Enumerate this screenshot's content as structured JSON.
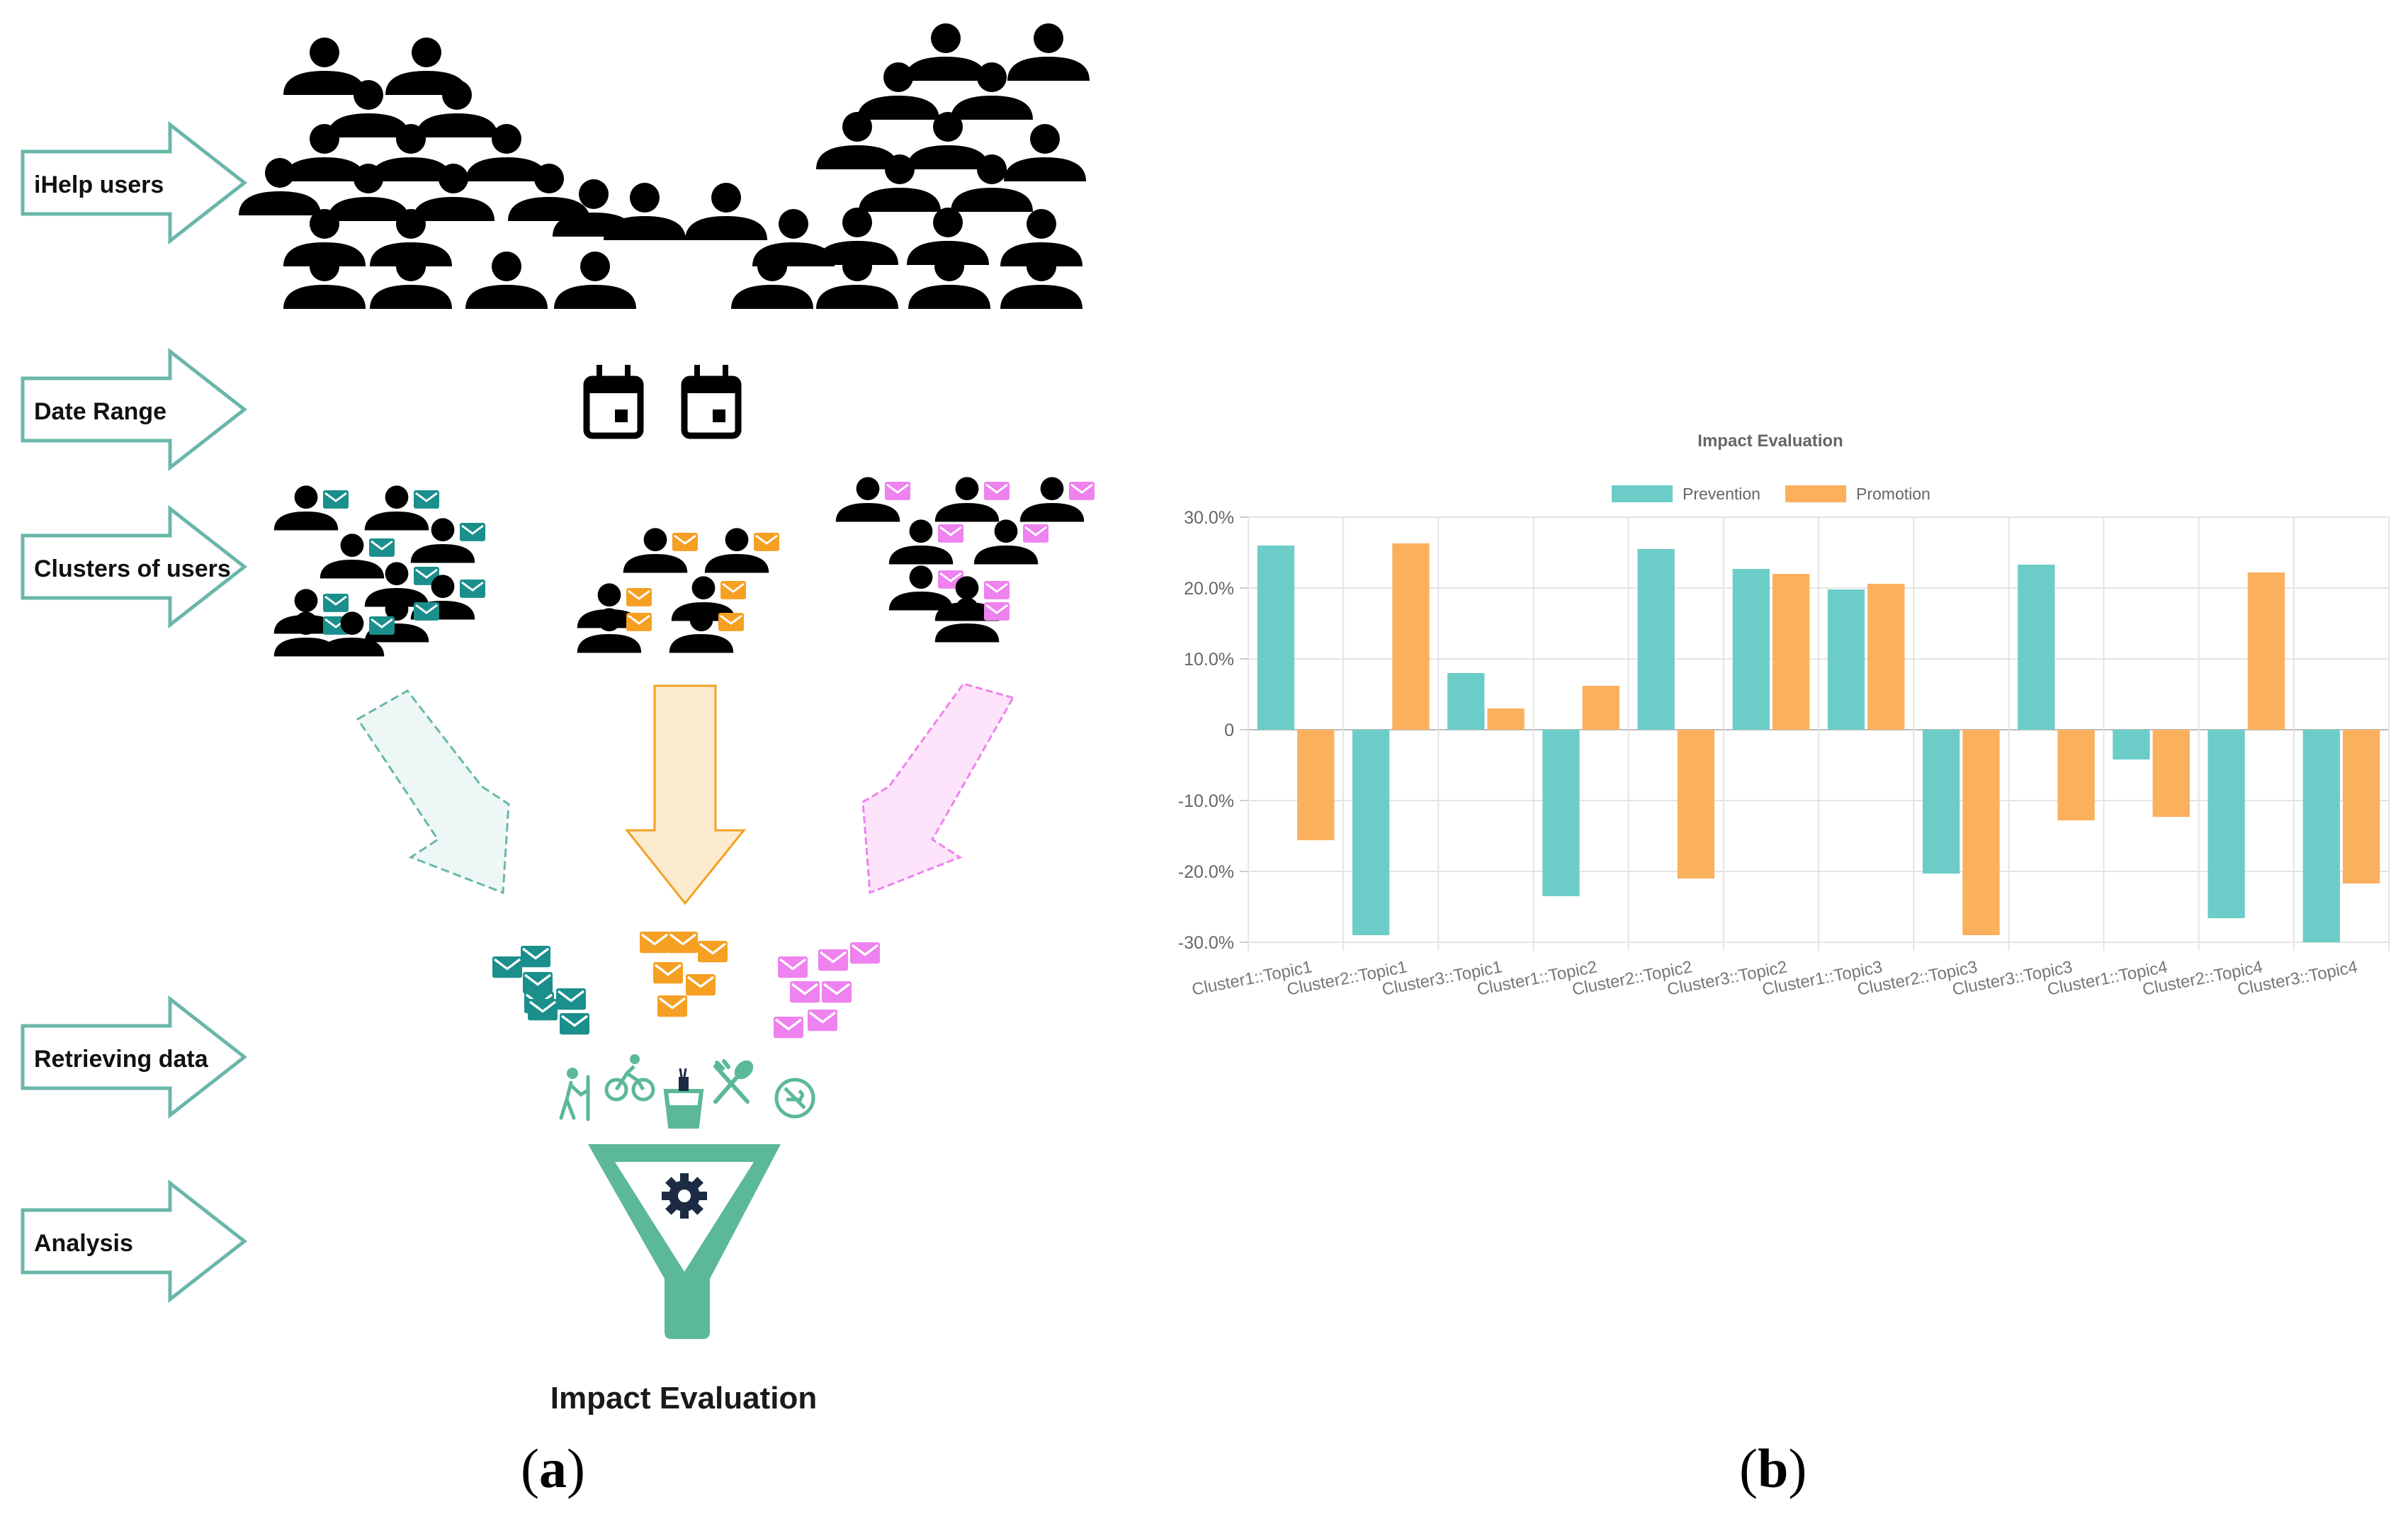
{
  "panel_a": {
    "stage_labels": [
      "iHelp users",
      "Date Range",
      "Clusters of users",
      "Retrieving data",
      "Analysis"
    ],
    "output_label": "Impact Evaluation",
    "colors": {
      "arrow_stroke": "#6ab7aa",
      "arrow_fill": "#ffffff",
      "cluster1": "#1a8f8c",
      "cluster2": "#f5a023",
      "cluster3": "#ee82ee",
      "funnel": "#5cb89a",
      "gear": "#1c2a44",
      "icons": "#5cb89a"
    },
    "icons": [
      "person-icon",
      "calendar-icon",
      "envelope-icon",
      "hiking-icon",
      "cycling-icon",
      "drink-icon",
      "cutlery-icon",
      "no-smoking-icon",
      "gear-icon",
      "funnel-icon"
    ]
  },
  "panel_b": {
    "chart_data": {
      "type": "bar",
      "title": "Impact Evaluation",
      "categories": [
        "Cluster1::Topic1",
        "Cluster2::Topic1",
        "Cluster3::Topic1",
        "Cluster1::Topic2",
        "Cluster2::Topic2",
        "Cluster3::Topic2",
        "Cluster1::Topic3",
        "Cluster2::Topic3",
        "Cluster3::Topic3",
        "Cluster1::Topic4",
        "Cluster2::Topic4",
        "Cluster3::Topic4"
      ],
      "series": [
        {
          "name": "Prevention",
          "color": "#6ccdc8",
          "values": [
            26.0,
            -29.0,
            8.0,
            -23.5,
            25.5,
            22.7,
            19.8,
            -20.3,
            23.3,
            -4.2,
            -26.6,
            -30.0
          ]
        },
        {
          "name": "Promotion",
          "color": "#fbb05e",
          "values": [
            -15.6,
            26.3,
            3.0,
            6.2,
            -21.0,
            22.0,
            20.6,
            -29.0,
            -12.8,
            -12.3,
            22.2,
            -21.7
          ]
        }
      ],
      "ylim": [
        -30,
        30
      ],
      "yticks": [
        "30.0%",
        "20.0%",
        "10.0%",
        "0",
        "-10.0%",
        "-20.0%",
        "-30.0%"
      ],
      "ytick_values": [
        30,
        20,
        10,
        0,
        -10,
        -20,
        -30
      ],
      "grid": true,
      "legend_position": "top"
    }
  },
  "sublabels": {
    "a": "a",
    "b": "b"
  }
}
